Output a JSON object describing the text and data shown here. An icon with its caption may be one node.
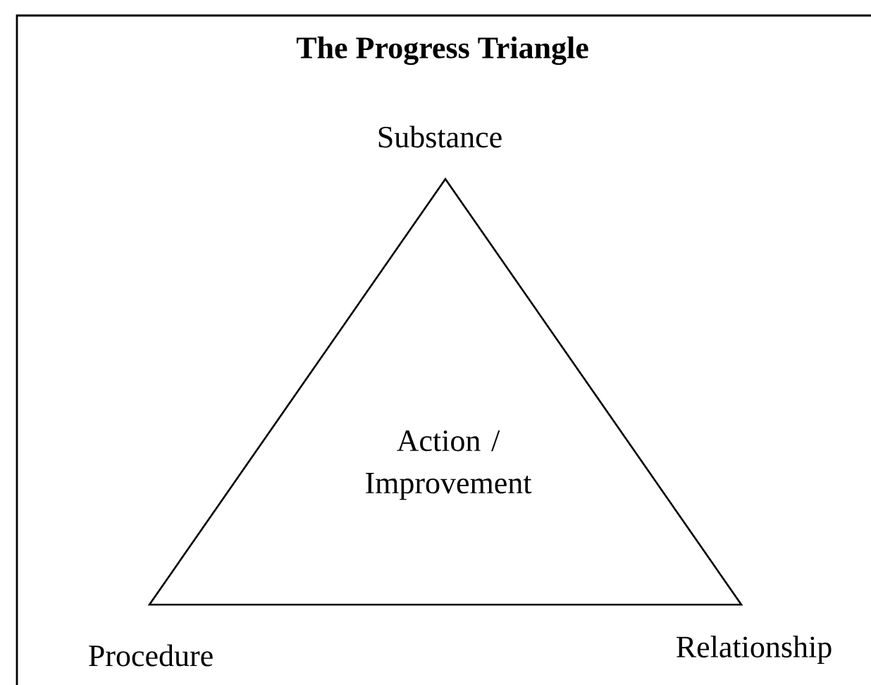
{
  "diagram": {
    "title": "The Progress Triangle",
    "nodes": [
      {
        "text": [
          "Action / Improvement"
        ]
      }
    ],
    "labels": [
      "Substance",
      "Procedure",
      "Relationship"
    ]
  }
}
